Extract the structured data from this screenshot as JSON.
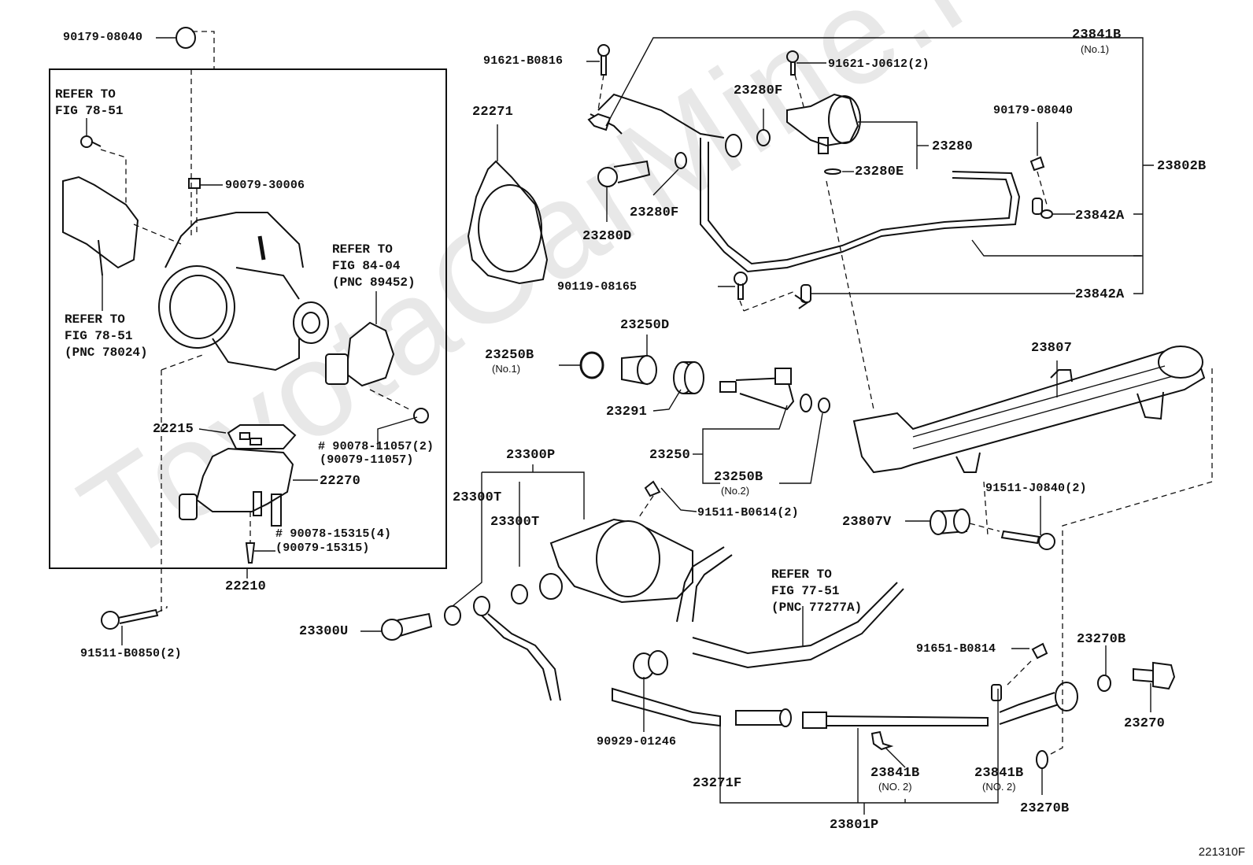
{
  "watermark": "ToyotaCarMine.ru",
  "figure_code": "221310F",
  "parts": {
    "p90179_08040_top": "90179-08040",
    "p90079_30006": "90079-30006",
    "p22271": "22271",
    "p91621_B0816": "91621-B0816",
    "p91621_J0612": "91621-J0612(2)",
    "p23280F_a": "23280F",
    "p23280F_b": "23280F",
    "p23280": "23280",
    "p23280E": "23280E",
    "p23280D": "23280D",
    "p23841B_no1": "23841B",
    "p23841B_no1_sub": "(No.1)",
    "p90179_08040_right": "90179-08040",
    "p23802B": "23802B",
    "p23842A_a": "23842A",
    "p23842A_b": "23842A",
    "p90119_08165": "90119-08165",
    "p23250D": "23250D",
    "p23250B_no1": "23250B",
    "p23250B_no1_sub": "(No.1)",
    "p23291": "23291",
    "p23250": "23250",
    "p23250B_no2": "23250B",
    "p23250B_no2_sub": "(No.2)",
    "p23807": "23807",
    "p91511_J0840": "91511-J0840(2)",
    "p23807V": "23807V",
    "p22215": "22215",
    "p90078_11057": "# 90078-11057(2)",
    "p90079_11057": "(90079-11057)",
    "p22270": "22270",
    "p90078_15315": "# 90078-15315(4)",
    "p90079_15315": "(90079-15315)",
    "p22210": "22210",
    "p91511_B0850": "91511-B0850(2)",
    "p23300P": "23300P",
    "p23300T_a": "23300T",
    "p23300T_b": "23300T",
    "p91511_B0614": "91511-B0614(2)",
    "p23300U": "23300U",
    "p90929_01246": "90929-01246",
    "p91651_B0814": "91651-B0814",
    "p23270B_a": "23270B",
    "p23270": "23270",
    "p23270B_b": "23270B",
    "p23271F": "23271F",
    "p23841B_no2_a": "23841B",
    "p23841B_no2_a_sub": "(NO. 2)",
    "p23841B_no2_b": "23841B",
    "p23841B_no2_b_sub": "(NO. 2)",
    "p23801P": "23801P"
  },
  "notes": {
    "refer_78_51_top": "REFER TO\nFIG 78-51",
    "refer_78_51_pnc": "REFER TO\nFIG 78-51\n(PNC 78024)",
    "refer_84_04": "REFER TO\nFIG 84-04\n(PNC 89452)",
    "refer_77_51": "REFER TO\nFIG 77-51\n(PNC 77277A)"
  }
}
